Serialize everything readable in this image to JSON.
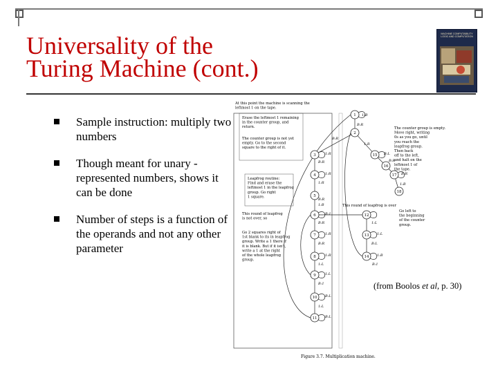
{
  "slide": {
    "title_line1": "Universality of the",
    "title_line2": "Turing Machine (cont.)"
  },
  "cover": {
    "title_lines": [
      "MACHINE COMPUTABILITY",
      "LOGIC AND COMPUTATION"
    ],
    "author": "BOOLOS BURGESS"
  },
  "bullets": [
    "Sample instruction: multiply two numbers",
    "Though meant for unary -represented numbers, shows it can be done",
    "Number of steps is a function of the operands and not any other parameter"
  ],
  "figure": {
    "caption": "Figure 3.7. Multiplication machine.",
    "credit_prefix": "(from Boolos ",
    "credit_italic": "et al",
    "credit_suffix": ", p. 30)",
    "notes": {
      "top": [
        "At this point the machine is scanning the",
        "leftmost 1 on the tape."
      ],
      "erase": [
        "Erase the leftmost 1 remaining",
        "in the counter group, and",
        "return."
      ],
      "counter_not_empty": [
        "The counter group is not yet",
        "empty. Go to the second",
        "square to the right of it."
      ],
      "counter_empty": [
        "The counter group is empty.",
        "Move right, writing",
        "0s as you go, until",
        "you reach the",
        "leapfrog group.",
        "Then back",
        "off to the left,",
        "and halt on the",
        "leftmost 1 of",
        "the tape."
      ],
      "leapfrog_routine": [
        "Leapfrog routine:",
        "Find and erase the",
        "leftmost 1 in the leapfrog",
        "group. Go right",
        "1 square."
      ],
      "round_not_over": [
        "This round of leapfrog",
        "is not over, so"
      ],
      "round_over": [
        "This round of leapfrog is over"
      ],
      "go_left": [
        "Go left to",
        "the beginning",
        "of the counter",
        "group."
      ],
      "go_two": [
        "Go 2 squares right of",
        "1st blank to its in leapfrog",
        "group. Write a 1 there if",
        "it is blank. But if it isn't,",
        "write a 1 at the right",
        "of the whole leapfrog",
        "group."
      ]
    },
    "states": [
      "1",
      "2",
      "3",
      "4",
      "5",
      "6",
      "7",
      "8",
      "9",
      "10",
      "11",
      "12",
      "13",
      "14",
      "15",
      "16",
      "17",
      "18"
    ],
    "edge_labels": [
      "1:B",
      "B:R",
      "1:R",
      "B:R",
      "1:R",
      "1:R",
      "B:R",
      "1:B",
      "B:1",
      "B:R",
      "1:R",
      "B:R",
      "1:R",
      "1:L",
      "1:L",
      "B:1",
      "B:L",
      "1:L",
      "B:L",
      "1:L",
      "1:L",
      "B:L",
      "1:B",
      "B:1",
      "B:R",
      "1:R",
      "B:L",
      "B:R",
      "B:R",
      "1:B"
    ]
  }
}
